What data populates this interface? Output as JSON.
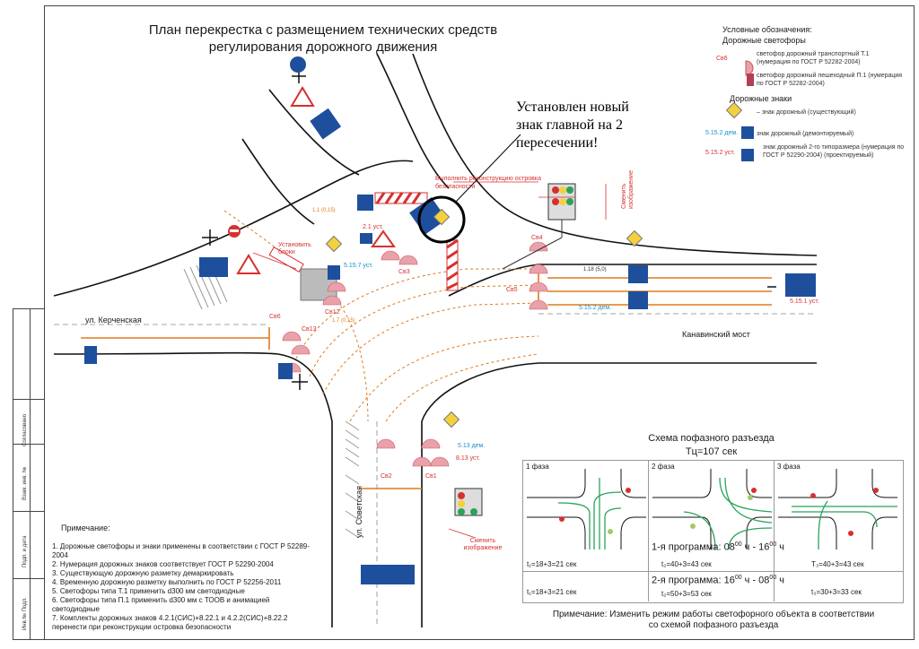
{
  "title": {
    "line1": "План перекрестка с размещением технических средств",
    "line2": "регулирования дорожного движения"
  },
  "legend": {
    "heading": "Условные обозначения:",
    "signals_heading": "Дорожные светофоры",
    "signal_transport_code": "Св6",
    "signal_transport_text": "светофор дорожный транспортный Т.1 (нумерация по ГОСТ Р 52282-2004)",
    "signal_ped_text": "светофор дорожный пешеходный П.1 (нумерация по ГОСТ Р 52282-2004)",
    "signs_heading": "Дорожные знаки",
    "sign_existing": "– знак дорожный (существующий)",
    "sign_removed_code": "5.15.2 дем.",
    "sign_removed": "знак дорожный (демонтируемый)",
    "sign_new_code": "5.15.2 уст.",
    "sign_new": "знак дорожный 2-го типоразмера (нумерация по ГОСТ Р 52290-2004) (проектируемый)"
  },
  "annotation": {
    "line1": "Установлен новый",
    "line2": "знак главной на 2",
    "line3": "пересечении!"
  },
  "labels": {
    "reconstruction": "Выполнить реконструкцию островка безопасности",
    "install_blocks": "Установить блоки",
    "change_image_top": "Сменить изображение",
    "change_image_bottom": "Сменить изображение",
    "street_kerch": "ул. Керченская",
    "street_sovetskaya": "ул. Советская",
    "bridge": "Канавинский мост",
    "cb1": "Св1",
    "cb2": "Св2",
    "cb3": "Св3",
    "cb4": "Св4",
    "cb5": "Св5",
    "cb6": "Св6",
    "cb12": "Св12",
    "cb13": "Св13",
    "marking_1_1": "1.1 (0,15)",
    "marking_1_18": "1.18 (5,0)",
    "marking_1_7": "1.7 (0,15)",
    "sign_5_15_7": "5.15.7 уст.",
    "sign_5_15_2": "5.15.2 дем.",
    "sign_8_13": "8.13 уст.",
    "sign_5_15_1": "5.15.1 уст.",
    "sign_5_13": "5.13 дем.",
    "sign_2_1": "2.1 уст."
  },
  "phases": {
    "title": "Схема пофазного разъезда",
    "cycle": "Тц=107 сек",
    "phase1": "1 фаза",
    "phase2": "2 фаза",
    "phase3": "3 фаза",
    "program1": "1-я программа: 08",
    "program1_sup1": "00",
    "program1_mid": " ч - 16",
    "program1_sup2": "00",
    "program1_end": " ч",
    "program2": "2-я программа: 16",
    "program2_sup1": "00",
    "program2_mid": " ч - 08",
    "program2_sup2": "00",
    "program2_end": " ч",
    "t1_p1": "t₁=18+3=21 сек",
    "t2_p1": "t₂=40+3=43 сек",
    "t3_p1": "T₃=40+3=43 сек",
    "t1_p2": "t₁=18+3=21 сек",
    "t2_p2": "t₂=50+3=53 сек",
    "t3_p2": "t₃=30+3=33 сек",
    "bottom_note_1": "Примечание: Изменить режим работы светофорного объекта в соответствии",
    "bottom_note_2": "со схемой пофазного разъезда"
  },
  "notes": {
    "heading": "Примечание:",
    "items": [
      "1. Дорожные светофоры и знаки применены в соответствии с ГОСТ Р 52289-2004",
      "2. Нумерация дорожных знаков соответствует ГОСТ Р 52290-2004",
      "3. Существующую дорожную разметку демаркировать",
      "4. Временную дорожную разметку выполнить по ГОСТ Р 52256-2011",
      "5. Светофоры типа Т.1 применить d300 мм светодиодные",
      "6. Светофоры типа П.1 применить d300 мм с ТООВ и анимацией светодиодные",
      "7. Комплекты дорожных знаков 4.2.1(СИС)+8.22.1 и 4.2.2(СИС)+8.22.2 перенести при реконструкции островка безопасности"
    ]
  },
  "side_stamp": {
    "cell1": "Согласовано",
    "cell2": "Взам. инв. №",
    "cell3": "Подп. и дата",
    "cell4": "Инв.№ Подл."
  },
  "colors": {
    "sign_blue": "#1e4f9c",
    "signal_pink": "#e9a1ab",
    "orange": "#e07a1f",
    "red": "#d63030",
    "green": "#2aa35a",
    "yellow": "#f4d03f"
  }
}
